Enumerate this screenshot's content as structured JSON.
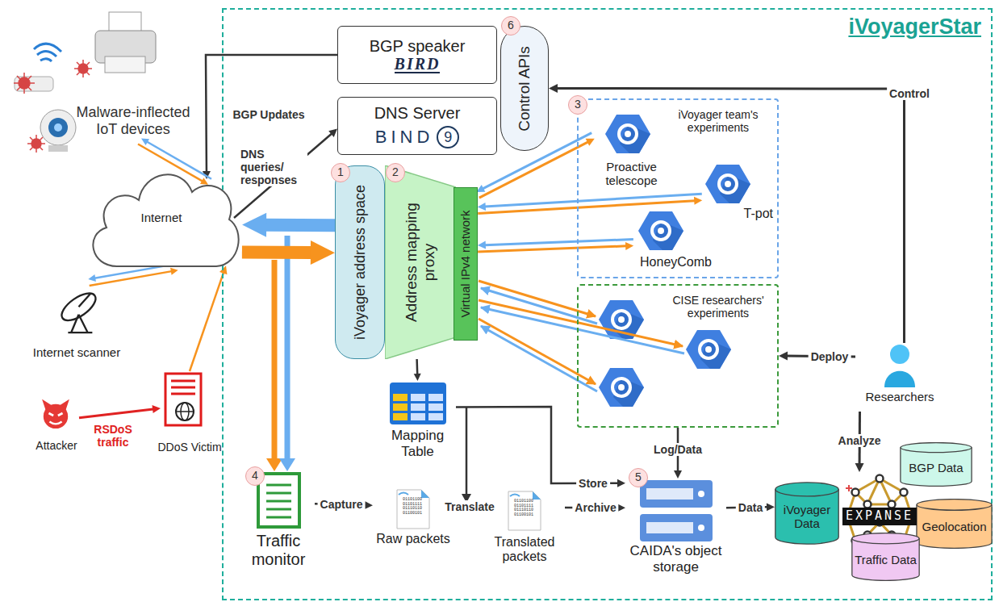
{
  "diagram": {
    "nodes": [
      {
        "text": [
          "iVoyagerStar"
        ]
      },
      {
        "text": [
          "BGP speaker",
          "BIRD"
        ],
        "in": 0
      },
      {
        "text": [
          "DNS Server",
          "BIND",
          "9"
        ],
        "in": 0
      },
      {
        "text": [
          "Control APIs"
        ],
        "in": 0
      },
      {
        "text": [
          "Malware-inflected IoT devices"
        ]
      },
      {
        "text": [
          "Internet"
        ]
      },
      {
        "text": [
          "Internet scanner"
        ]
      },
      {
        "text": [
          "Attacker"
        ]
      },
      {
        "text": [
          "DDoS Victim"
        ]
      },
      {
        "text": [
          "iVoyager address space"
        ],
        "in": 0
      },
      {
        "text": [
          "Address mapping proxy"
        ],
        "in": 0
      },
      {
        "text": [
          "Virtual IPv4 network"
        ],
        "in": 0
      },
      {
        "text": [
          "iVoyager team's experiments"
        ],
        "in": 0
      },
      {
        "text": [
          "Proactive telescope"
        ],
        "in": 12
      },
      {
        "text": [
          "T-pot"
        ],
        "in": 12
      },
      {
        "text": [
          "HoneyComb"
        ],
        "in": 12
      },
      {
        "text": [
          "CISE researchers' experiments"
        ],
        "in": 0
      },
      {
        "text": [
          "Researchers"
        ],
        "in": 0
      },
      {
        "text": [
          "Mapping Table"
        ],
        "in": 0
      },
      {
        "text": [
          "Traffic monitor"
        ],
        "in": 0
      },
      {
        "text": [
          "Raw packets"
        ],
        "in": 0
      },
      {
        "text": [
          "Translated packets"
        ],
        "in": 0
      },
      {
        "text": [
          "CAIDA's object storage"
        ],
        "in": 0
      },
      {
        "text": [
          "iVoyager Data"
        ],
        "in": 0
      },
      {
        "text": [
          "EXPANSE"
        ],
        "in": 0
      },
      {
        "text": [
          "BGP Data"
        ],
        "in": 0
      },
      {
        "text": [
          "Geolocation"
        ],
        "in": 0
      },
      {
        "text": [
          "Traffic Data"
        ],
        "in": 0
      }
    ],
    "edges": [
      {
        "from": 1,
        "to": 5,
        "label": "BGP Updates",
        "arrow": "to"
      },
      {
        "from": 5,
        "to": 2,
        "label": "DNS queries/ responses",
        "arrow": "to"
      },
      {
        "from": 17,
        "to": 3,
        "label": "Control",
        "arrow": "to"
      },
      {
        "from": 17,
        "to": 16,
        "label": "Deploy",
        "arrow": "to"
      },
      {
        "from": 17,
        "to": 24,
        "label": "Analyze",
        "arrow": "to"
      },
      {
        "from": 19,
        "to": 20,
        "label": "Capture",
        "arrow": "to"
      },
      {
        "from": 20,
        "to": 21,
        "label": "Translate",
        "arrow": "to"
      },
      {
        "from": 21,
        "to": 22,
        "label": "Archive",
        "arrow": "to"
      },
      {
        "from": 18,
        "to": 22,
        "label": "Store",
        "arrow": "to"
      },
      {
        "from": 16,
        "to": 22,
        "label": "Log/Data",
        "arrow": "to"
      },
      {
        "from": 22,
        "to": 23,
        "label": "Data",
        "arrow": "to"
      },
      {
        "from": 10,
        "to": 18,
        "arrow": "to"
      },
      {
        "from": 7,
        "to": 8,
        "label": "RSDoS traffic",
        "arrow": "to"
      },
      {
        "from": 4,
        "to": 5,
        "arrow": "both"
      },
      {
        "from": 6,
        "to": 5,
        "arrow": "both"
      },
      {
        "from": 8,
        "to": 5,
        "arrow": "to"
      },
      {
        "from": 5,
        "to": 9,
        "arrow": "both"
      },
      {
        "from": 11,
        "to": 13,
        "arrow": "both"
      },
      {
        "from": 11,
        "to": 14,
        "arrow": "both"
      },
      {
        "from": 11,
        "to": 15,
        "arrow": "both"
      }
    ],
    "labels": [
      "1",
      "2",
      "3",
      "4",
      "5",
      "6",
      "01101100 01101111 01110110 01100101",
      "01101100 01101111 01110110 01100101"
    ]
  }
}
